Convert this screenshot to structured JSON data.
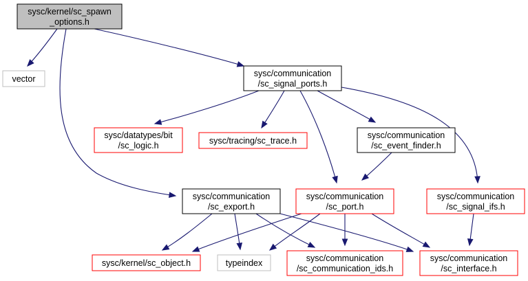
{
  "colors": {
    "edge": "#191970",
    "root_fill": "#bfbfbf",
    "doc_border": "#000000",
    "incomplete_border": "#ff0000",
    "external_border": "#bfbfbf",
    "text": "#000000"
  },
  "nodes": [
    {
      "id": "sc_spawn_options",
      "lines": [
        "sysc/kernel/sc_spawn",
        "_options.h"
      ],
      "style": "root"
    },
    {
      "id": "vector",
      "lines": [
        "vector"
      ],
      "style": "external"
    },
    {
      "id": "sc_signal_ports",
      "lines": [
        "sysc/communication",
        "/sc_signal_ports.h"
      ],
      "style": "documented"
    },
    {
      "id": "sc_logic",
      "lines": [
        "sysc/datatypes/bit",
        "/sc_logic.h"
      ],
      "style": "incomplete"
    },
    {
      "id": "sc_trace",
      "lines": [
        "sysc/tracing/sc_trace.h"
      ],
      "style": "incomplete"
    },
    {
      "id": "sc_event_finder",
      "lines": [
        "sysc/communication",
        "/sc_event_finder.h"
      ],
      "style": "documented"
    },
    {
      "id": "sc_export",
      "lines": [
        "sysc/communication",
        "/sc_export.h"
      ],
      "style": "documented"
    },
    {
      "id": "sc_port",
      "lines": [
        "sysc/communication",
        "/sc_port.h"
      ],
      "style": "incomplete"
    },
    {
      "id": "sc_signal_ifs",
      "lines": [
        "sysc/communication",
        "/sc_signal_ifs.h"
      ],
      "style": "incomplete"
    },
    {
      "id": "sc_object",
      "lines": [
        "sysc/kernel/sc_object.h"
      ],
      "style": "incomplete"
    },
    {
      "id": "typeindex",
      "lines": [
        "typeindex"
      ],
      "style": "external"
    },
    {
      "id": "sc_communication_ids",
      "lines": [
        "sysc/communication",
        "/sc_communication_ids.h"
      ],
      "style": "incomplete"
    },
    {
      "id": "sc_interface",
      "lines": [
        "sysc/communication",
        "/sc_interface.h"
      ],
      "style": "incomplete"
    }
  ],
  "edges": [
    {
      "from": "sc_spawn_options",
      "to": "vector"
    },
    {
      "from": "sc_spawn_options",
      "to": "sc_signal_ports"
    },
    {
      "from": "sc_spawn_options",
      "to": "sc_export"
    },
    {
      "from": "sc_signal_ports",
      "to": "sc_logic"
    },
    {
      "from": "sc_signal_ports",
      "to": "sc_trace"
    },
    {
      "from": "sc_signal_ports",
      "to": "sc_event_finder"
    },
    {
      "from": "sc_signal_ports",
      "to": "sc_port"
    },
    {
      "from": "sc_signal_ports",
      "to": "sc_signal_ifs"
    },
    {
      "from": "sc_event_finder",
      "to": "sc_port"
    },
    {
      "from": "sc_export",
      "to": "sc_object"
    },
    {
      "from": "sc_export",
      "to": "typeindex"
    },
    {
      "from": "sc_export",
      "to": "sc_communication_ids"
    },
    {
      "from": "sc_export",
      "to": "sc_interface"
    },
    {
      "from": "sc_port",
      "to": "sc_object"
    },
    {
      "from": "sc_port",
      "to": "typeindex"
    },
    {
      "from": "sc_port",
      "to": "sc_communication_ids"
    },
    {
      "from": "sc_port",
      "to": "sc_interface"
    },
    {
      "from": "sc_signal_ifs",
      "to": "sc_interface"
    }
  ]
}
